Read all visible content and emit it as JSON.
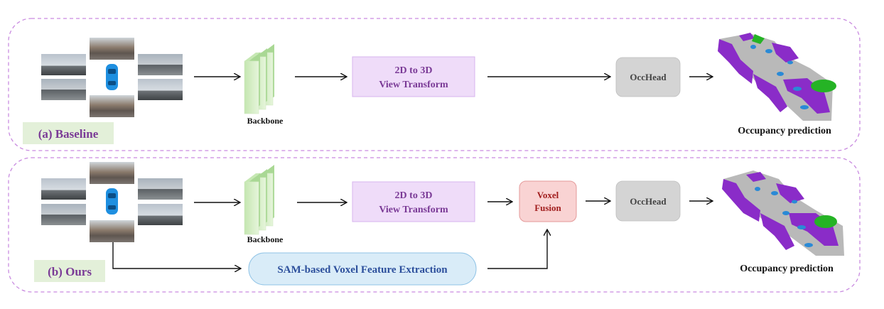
{
  "panels": [
    {
      "label": "(a) Baseline",
      "backbone": "Backbone",
      "transform_line1": "2D to 3D",
      "transform_line2": "View Transform",
      "occhead": "OccHead",
      "prediction": "Occupancy prediction"
    },
    {
      "label": "(b) Ours",
      "backbone": "Backbone",
      "transform_line1": "2D to 3D",
      "transform_line2": "View Transform",
      "fusion_line1": "Voxel",
      "fusion_line2": "Fusion",
      "occhead": "OccHead",
      "sam": "SAM-based Voxel Feature Extraction",
      "prediction": "Occupancy prediction"
    }
  ],
  "icons": [
    "car-icon",
    "camera-image-icon",
    "backbone-layers-icon",
    "occupancy-map-icon"
  ],
  "colors": {
    "panel_border": "#c98be0",
    "label_bg": "#e3f0d9",
    "label_text": "#7a3a96",
    "transform_bg": "#efdcf9",
    "transform_border": "#d7b4ee",
    "transform_text": "#7a3a96",
    "occhead_bg": "#d4d4d4",
    "fusion_bg": "#f9d3d3",
    "fusion_border": "#e49a9a",
    "fusion_text": "#a11e1e",
    "sam_bg": "#d9ecf8",
    "sam_border": "#8fc3e6",
    "sam_text": "#2c4f9c",
    "backbone_green": "#d4edc4",
    "occ_purple": "#8a2cc8",
    "occ_gray": "#b9b9b9",
    "occ_blue": "#2a8ad6",
    "occ_green": "#25b325"
  }
}
